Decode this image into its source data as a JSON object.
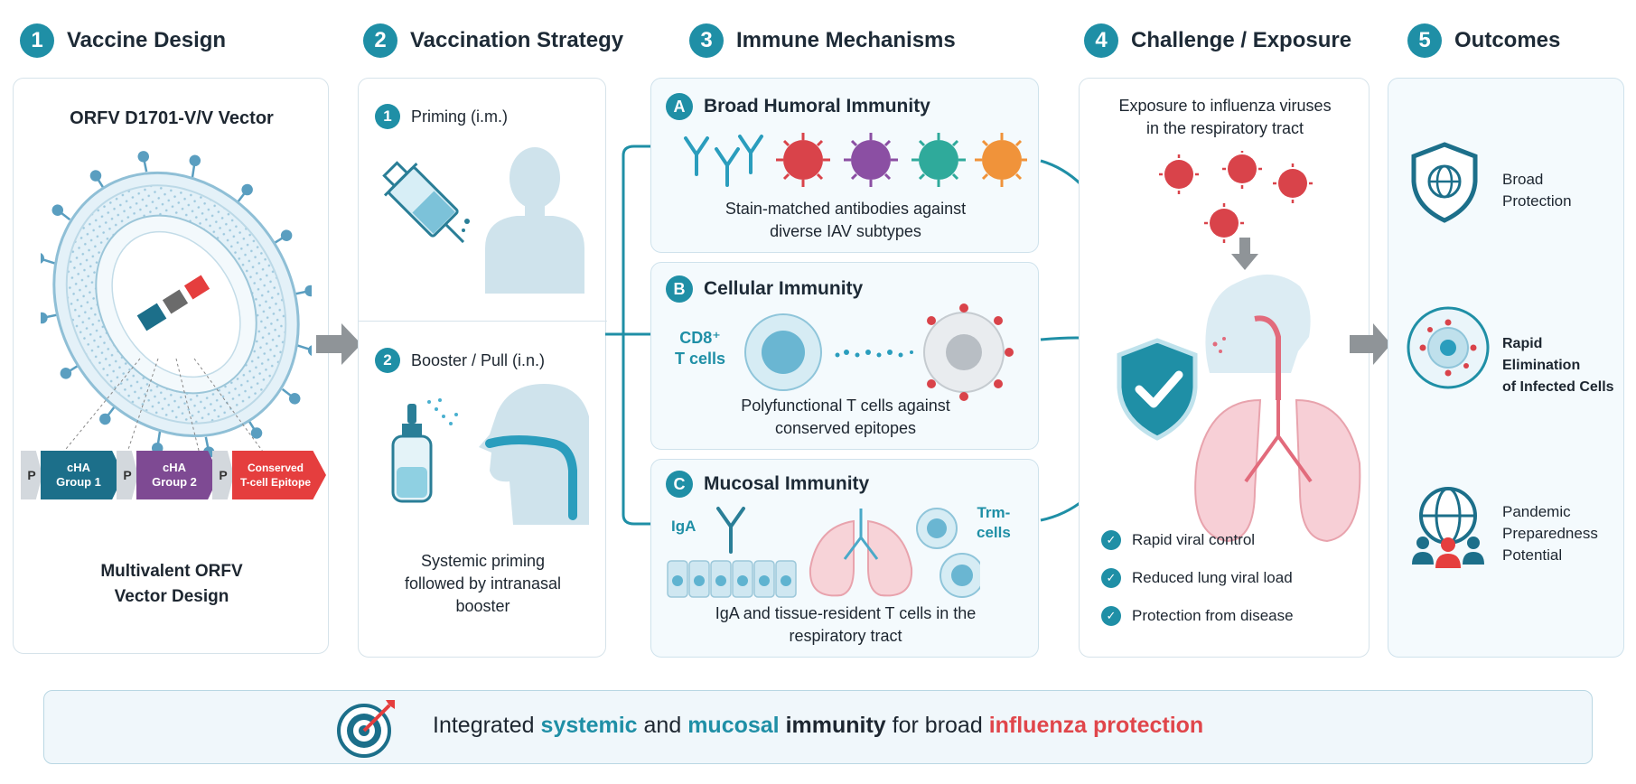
{
  "steps": [
    {
      "num": "1",
      "title": "Vaccine Design"
    },
    {
      "num": "2",
      "title": "Vaccination Strategy"
    },
    {
      "num": "3",
      "title": "Immune Mechanisms"
    },
    {
      "num": "4",
      "title": "Challenge / Exposure"
    },
    {
      "num": "5",
      "title": "Outcomes"
    }
  ],
  "design": {
    "vector_title": "ORFV D1701-V/V Vector",
    "gene_labels": {
      "promoter": "P",
      "g1_a": "cHA",
      "g1_b": "Group 1",
      "g2_a": "cHA",
      "g2_b": "Group 2",
      "g3_a": "Conserved",
      "g3_b": "T-cell Epitope"
    },
    "caption_1": "Multivalent ORFV",
    "caption_2": "Vector Design",
    "colors": {
      "group1": "#1c6f8a",
      "group2": "#7e4a93",
      "epitope": "#e53e3e"
    }
  },
  "strategy": {
    "priming_num": "1",
    "priming_label": "Priming (i.m.)",
    "booster_num": "2",
    "booster_label": "Booster / Pull (i.n.)",
    "caption_1": "Systemic priming",
    "caption_2": "followed by intranasal",
    "caption_3": "booster"
  },
  "mechanisms": {
    "a": {
      "letter": "A",
      "title": "Broad Humoral Immunity",
      "desc_1": "Stain-matched antibodies against",
      "desc_2": "diverse IAV subtypes"
    },
    "b": {
      "letter": "B",
      "title": "Cellular Immunity",
      "cell_label_1": "CD8⁺",
      "cell_label_2": "T cells",
      "desc_1": "Polyfunctional T cells against",
      "desc_2": "conserved epitopes"
    },
    "c": {
      "letter": "C",
      "title": "Mucosal Immunity",
      "iga": "IgA",
      "trm_1": "Trm-",
      "trm_2": "cells",
      "desc_1": "IgA and tissue-resident T cells in the",
      "desc_2": "respiratory tract"
    }
  },
  "challenge": {
    "caption_1": "Exposure to influenza viruses",
    "caption_2": "in the respiratory tract",
    "results": [
      "Rapid viral control",
      "Reduced lung viral load",
      "Protection from disease"
    ]
  },
  "outcomes": {
    "o1_a": "Broad",
    "o1_b": "Protection",
    "o2_a": "Rapid Elimination",
    "o2_b": "of Infected Cells",
    "o3_a": "Pandemic",
    "o3_b": "Preparedness",
    "o3_c": "Potential"
  },
  "banner": {
    "w1": "Integrated",
    "w2": "systemic",
    "w3": "and",
    "w4": "mucosal",
    "w5": "immunity",
    "w6": "for broad",
    "w7": "influenza protection"
  },
  "icons": [
    "virus-icon",
    "syringe-icon",
    "person-icon",
    "nasal-spray-icon",
    "antibody-icon",
    "t-cell-icon",
    "lungs-icon",
    "shield-check-icon",
    "globe-shield-icon",
    "target-icon",
    "people-globe-icon"
  ]
}
